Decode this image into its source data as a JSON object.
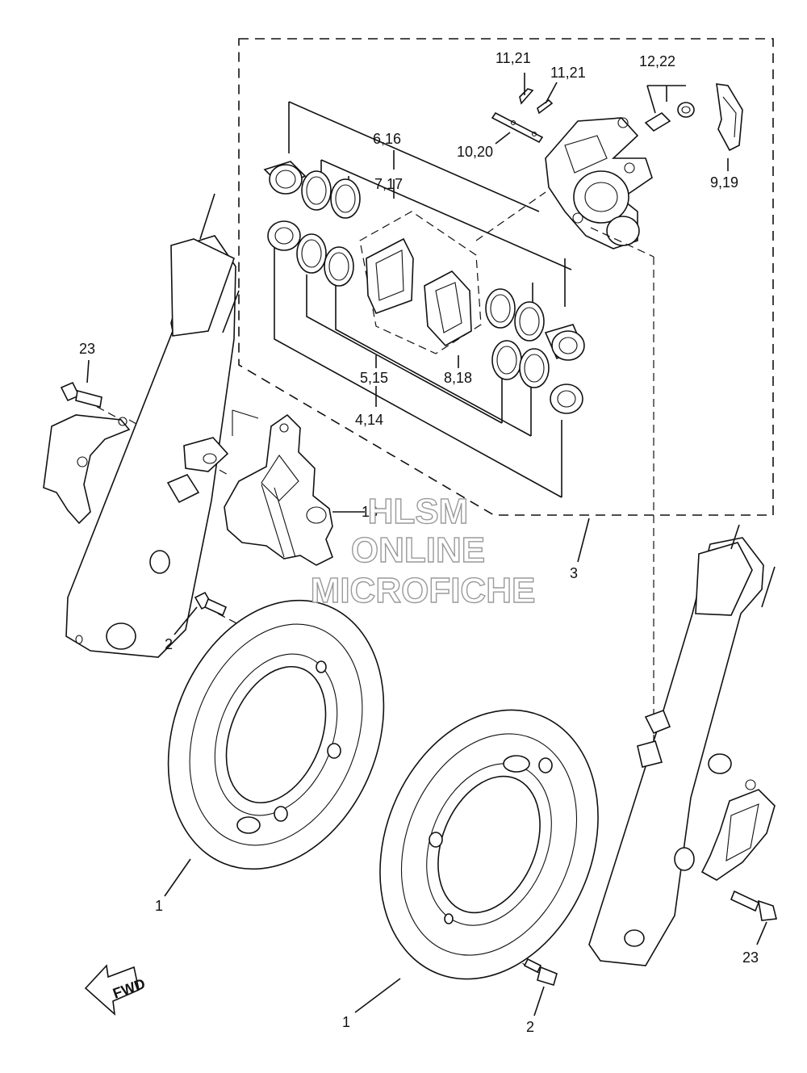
{
  "labels": {
    "l_11_21_a": "11,21",
    "l_11_21_b": "11,21",
    "l_12_22": "12,22",
    "l_6_16": "6,16",
    "l_10_20": "10,20",
    "l_7_17": "7,17",
    "l_9_19": "9,19",
    "l_23_left": "23",
    "l_5_15": "5,15",
    "l_8_18": "8,18",
    "l_4_14": "4,14",
    "l_13": "13",
    "l_3": "3",
    "l_2_upper": "2",
    "l_1_left": "1",
    "l_23_right": "23",
    "l_1_bottom": "1",
    "l_2_bottom": "2",
    "fwd": "FWD"
  },
  "watermark": {
    "line1": "HLSM",
    "line2": "ONLINE",
    "line3": "MICROFICHE"
  }
}
